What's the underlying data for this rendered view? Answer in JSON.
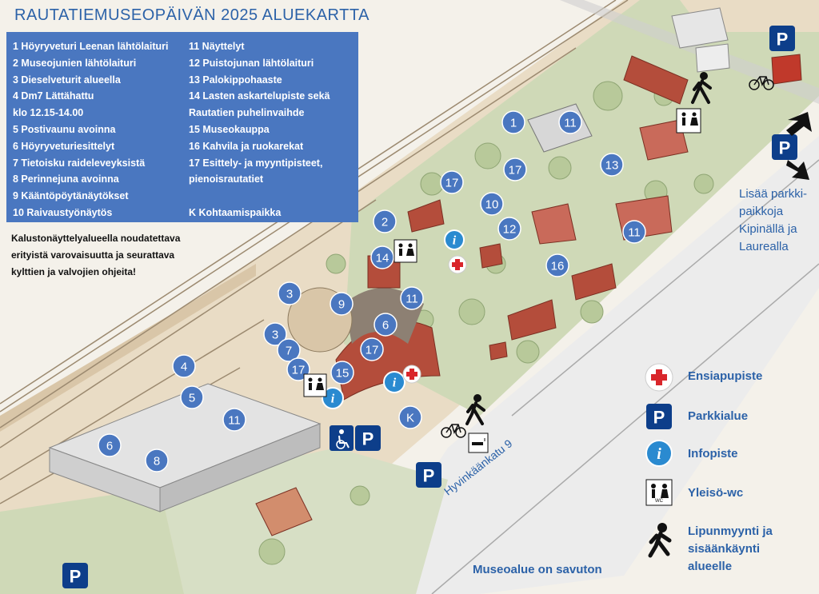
{
  "title": "RAUTATIEMUSEOPÄIVÄN 2025 ALUEKARTTA",
  "legend_left": [
    "1 Höyryveturi Leenan lähtölaituri",
    "2 Museojunien lähtölaituri",
    "3  Dieselveturit alueella",
    "4 Dm7 Lättähattu",
    "    klo 12.15-14.00",
    "5 Postivaunu avoinna",
    "6 Höyryveturiesittelyt",
    "7 Tietoisku raideleveyksistä",
    "8 Perinnejuna avoinna",
    "9 Kääntöpöytänäytökset",
    "10 Raivaustyönäytös"
  ],
  "legend_right": [
    "11 Näyttelyt",
    "12 Puistojunan lähtölaituri",
    "13 Palokippohaaste",
    "14 Lasten askartelupiste sekä",
    "     Rautatien puhelinvaihde",
    "15 Museokauppa",
    "16 Kahvila ja ruokarekat",
    "17 Esittely- ja myyntipisteet,",
    "     pienoisrautatiet",
    "",
    "K Kohtaamispaikka"
  ],
  "warning_lines": [
    "Kalustonäyttelyalueella noudatettava",
    "erityistä varovaisuutta ja seurattava",
    "kylttien ja valvojien ohjeita!"
  ],
  "more_parking_lines": [
    "Lisää parkki-",
    "paikkoja",
    "Kipinällä ja",
    "Laurealla"
  ],
  "street_name": "Hyvinkäänkatu 9",
  "smoke_free": "Museoalue on savuton",
  "symbol_legend": [
    {
      "icon": "first-aid-icon",
      "label": "Ensiapupiste"
    },
    {
      "icon": "parking-icon",
      "label": "Parkkialue"
    },
    {
      "icon": "info-icon",
      "label": "Infopiste"
    },
    {
      "icon": "wc-icon",
      "label": "Yleisö-wc"
    },
    {
      "icon": "pedestrian-icon",
      "label": "Lipunmyynti ja",
      "label2": "sisäänkäynti",
      "label3": "alueelle"
    }
  ],
  "symbol_letters": {
    "parking": "P",
    "info": "i",
    "wc": "WC"
  },
  "markers": [
    {
      "label": "1"
    },
    {
      "label": "11"
    },
    {
      "label": "17"
    },
    {
      "label": "13"
    },
    {
      "label": "17"
    },
    {
      "label": "10"
    },
    {
      "label": "2"
    },
    {
      "label": "12"
    },
    {
      "label": "11"
    },
    {
      "label": "14"
    },
    {
      "label": "16"
    },
    {
      "label": "3"
    },
    {
      "label": "9"
    },
    {
      "label": "11"
    },
    {
      "label": "6"
    },
    {
      "label": "3"
    },
    {
      "label": "7"
    },
    {
      "label": "17"
    },
    {
      "label": "4"
    },
    {
      "label": "17"
    },
    {
      "label": "15"
    },
    {
      "label": "5"
    },
    {
      "label": "11"
    },
    {
      "label": "K"
    },
    {
      "label": "6"
    },
    {
      "label": "8"
    }
  ],
  "colors": {
    "marker": "#4a77c0",
    "title": "#2c62a8",
    "parking": "#0d3e8a",
    "firstaid": "#d9262b",
    "info": "#2a8ad0"
  }
}
